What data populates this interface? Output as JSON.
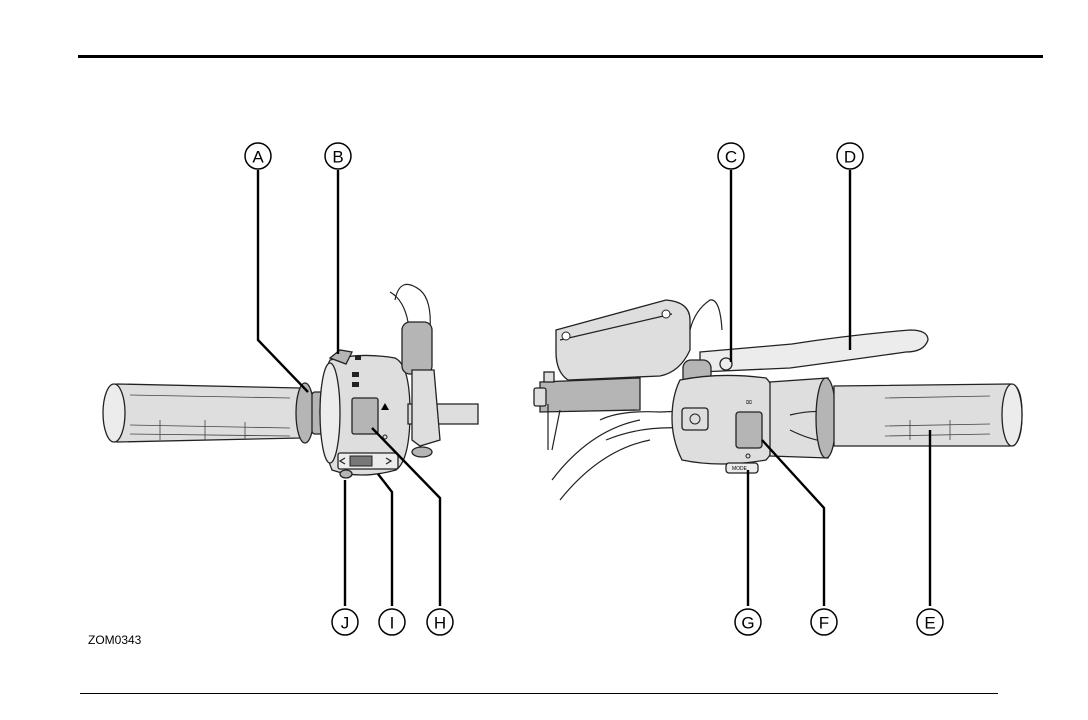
{
  "figure": {
    "code": "ZOM0343",
    "callouts": [
      {
        "id": "A",
        "label": "A"
      },
      {
        "id": "B",
        "label": "B"
      },
      {
        "id": "C",
        "label": "C"
      },
      {
        "id": "D",
        "label": "D"
      },
      {
        "id": "E",
        "label": "E"
      },
      {
        "id": "F",
        "label": "F"
      },
      {
        "id": "G",
        "label": "G"
      },
      {
        "id": "H",
        "label": "H"
      },
      {
        "id": "I",
        "label": "I"
      },
      {
        "id": "J",
        "label": "J"
      }
    ],
    "switch_label": "MODE"
  }
}
